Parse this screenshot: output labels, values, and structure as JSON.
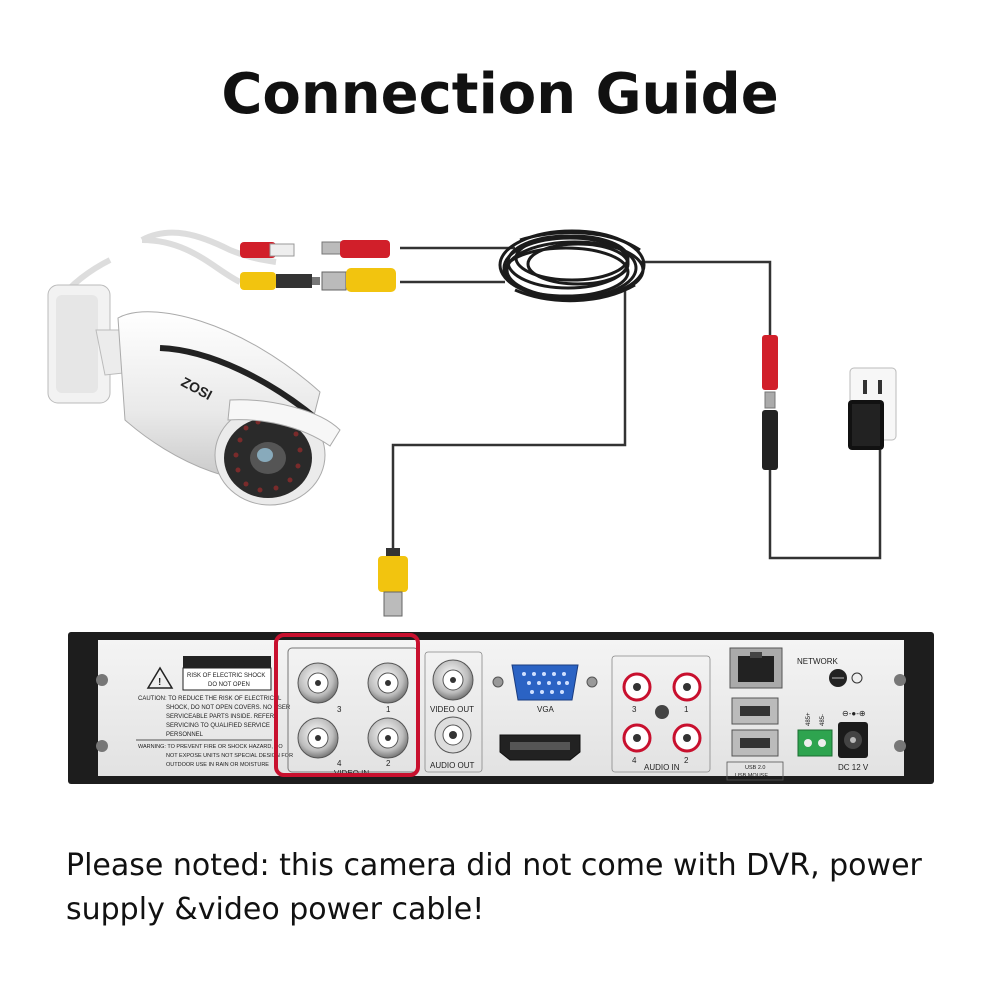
{
  "title": "Connection Guide",
  "note": "Please noted: this camera did not come with DVR, power supply &video power cable!",
  "camera": {
    "brand": "ZOSI"
  },
  "dvr": {
    "caution_header": "CAUTION",
    "caution_box": [
      "RISK OF ELECTRIC SHOCK",
      "DO NOT OPEN"
    ],
    "caution_text": [
      "CAUTION: TO REDUCE THE RISK OF ELECTRICAL",
      "SHOCK, DO NOT OPEN COVERS. NO USER",
      "SERVICEABLE PARTS INSIDE. REFER",
      "SERVICING TO QUALIFIED SERVICE",
      "PERSONNEL"
    ],
    "warning_text": [
      "WARNING: TO PREVENT FIRE OR SHOCK HAZARD, DO",
      "NOT EXPOSE UNITS NOT SPECIAL DESIGN FOR",
      "OUTDOOR USE IN RAIN OR MOISTURE"
    ],
    "video_in_label": "VIDEO IN",
    "video_in_ports": [
      "3",
      "1",
      "4",
      "2"
    ],
    "video_out_label": "VIDEO OUT",
    "audio_out_label": "AUDIO OUT",
    "vga_label": "VGA",
    "audio_in_label": "AUDIO IN",
    "audio_in_ports": [
      "3",
      "1",
      "4",
      "2"
    ],
    "network_label": "NETWORK",
    "usb_label": "USB 2.0",
    "usb_mouse_label": "USB MOUSE",
    "rs485_labels": [
      "485+",
      "485-"
    ],
    "dc_label": "DC 12 V",
    "dc_symbol": "⊖-●-⊕"
  },
  "colors": {
    "highlight": "#c8102e",
    "bnc_yellow": "#f2c40f",
    "dc_red": "#d11f2a",
    "cable": "#333333"
  }
}
